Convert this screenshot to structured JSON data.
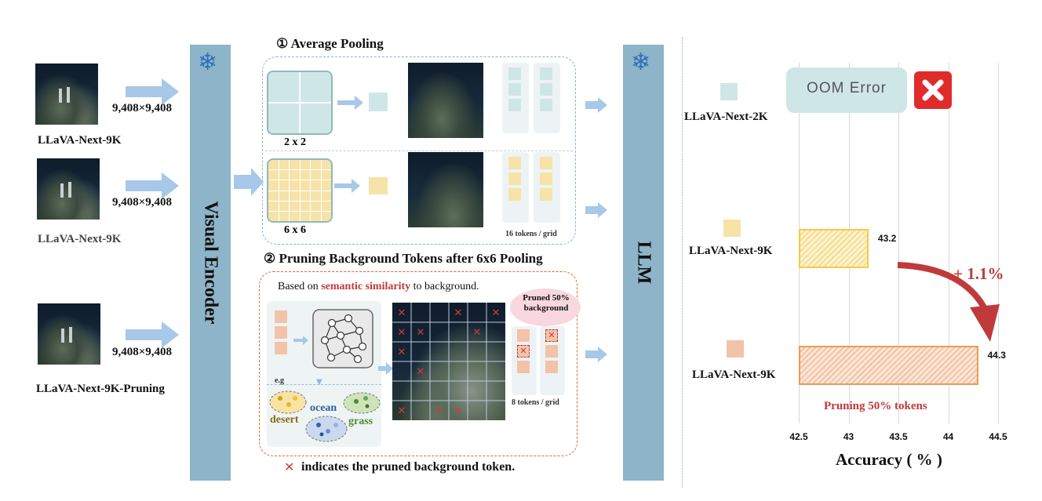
{
  "inputs": [
    {
      "label": "LLaVA-Next-9K",
      "resolution": "9,408×9,408"
    },
    {
      "label": "LLaVA-Next-9K",
      "resolution": "9,408×9,408"
    },
    {
      "label": "LLaVA-Next-9K-Pruning",
      "resolution": "9,408×9,408"
    }
  ],
  "encoder": {
    "label": "Visual Encoder",
    "frozen_icon": "snowflake-icon"
  },
  "llm": {
    "label": "LLM",
    "frozen_icon": "snowflake-icon"
  },
  "pooling": {
    "title": "① Average Pooling",
    "small_grid_label": "2 x 2",
    "large_grid_label": "6 x 6",
    "tokens_per_grid": "16 tokens / grid"
  },
  "pruning": {
    "title": "② Pruning Background Tokens after 6x6 Pooling",
    "caption_prefix": "Based on ",
    "caption_highlight": "semantic similarity",
    "caption_suffix": " to background.",
    "eg": "e.g",
    "clusters": [
      "desert",
      "ocean",
      "grass"
    ],
    "pruned_bubble": "Pruned 50% background",
    "tokens_per_grid": "8 tokens / grid",
    "footnote": "indicates the pruned background token."
  },
  "chart_data": {
    "type": "bar",
    "orientation": "horizontal",
    "xlabel": "Accuracy ( % )",
    "xlim": [
      42.5,
      44.5
    ],
    "xticks": [
      "42.5",
      "43",
      "43.5",
      "44",
      "44.5"
    ],
    "grid": true,
    "series": [
      {
        "name": "LLaVA-Next-2K",
        "value": null,
        "annotation": "OOM Error"
      },
      {
        "name": "LLaVA-Next-9K",
        "value": 43.2,
        "value_label": "43.2"
      },
      {
        "name": "LLaVA-Next-9K",
        "value": 44.3,
        "value_label": "44.3",
        "annotation": "Pruning 50% tokens"
      }
    ],
    "improvement": "+ 1.1%"
  },
  "colors": {
    "blue_token": "#cfe6e7",
    "yellow_token": "#f6e3a8",
    "orange_token": "#f2c3a8",
    "accent_red": "#c0393b",
    "encoder": "#8db4c8",
    "arrow": "#a7c8e8"
  }
}
